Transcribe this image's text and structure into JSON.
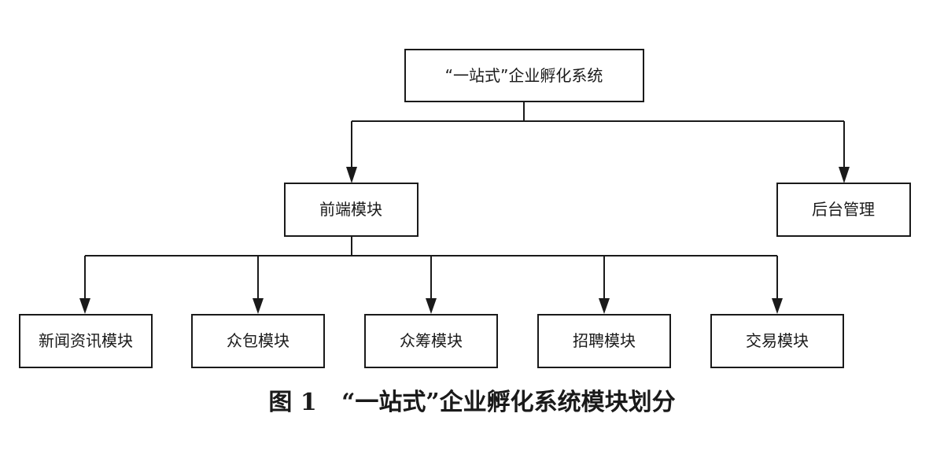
{
  "diagram": {
    "root": {
      "label": "“一站式”企业孵化系统"
    },
    "frontend": {
      "label": "前端模块"
    },
    "backend": {
      "label": "后台管理"
    },
    "modules": [
      {
        "label": "新闻资讯模块"
      },
      {
        "label": "众包模块"
      },
      {
        "label": "众筹模块"
      },
      {
        "label": "招聘模块"
      },
      {
        "label": "交易模块"
      }
    ]
  },
  "caption": {
    "number": "图 1",
    "title": "“一站式”企业孵化系统模块划分"
  }
}
